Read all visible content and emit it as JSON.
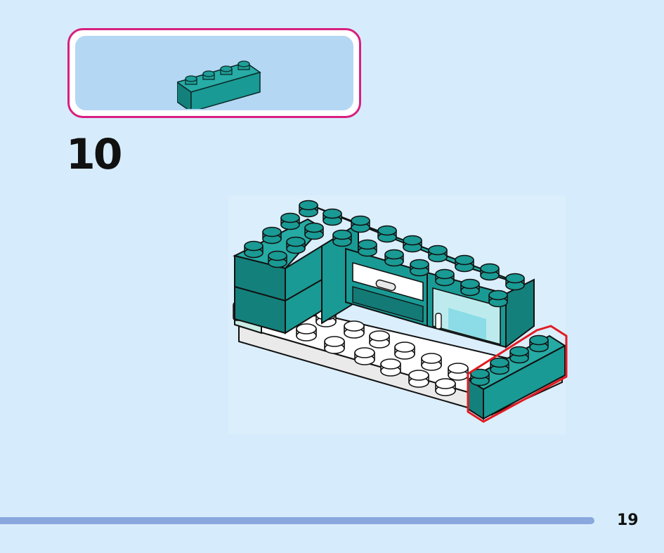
{
  "step": {
    "number": "10"
  },
  "page": {
    "number": "19"
  },
  "parts_callout": {
    "items": [
      {
        "part": "1x4 brick",
        "color": "#1a9a94",
        "quantity": 1
      }
    ]
  },
  "progress": {
    "fraction": 0.895
  },
  "colors": {
    "background": "#d6ecfc",
    "callout_border": "#d81f7f",
    "callout_fill": "#b4d7f4",
    "brick_teal": "#1a9a94",
    "highlight_red": "#e21b22",
    "progress_bar": "#8aa7de"
  }
}
